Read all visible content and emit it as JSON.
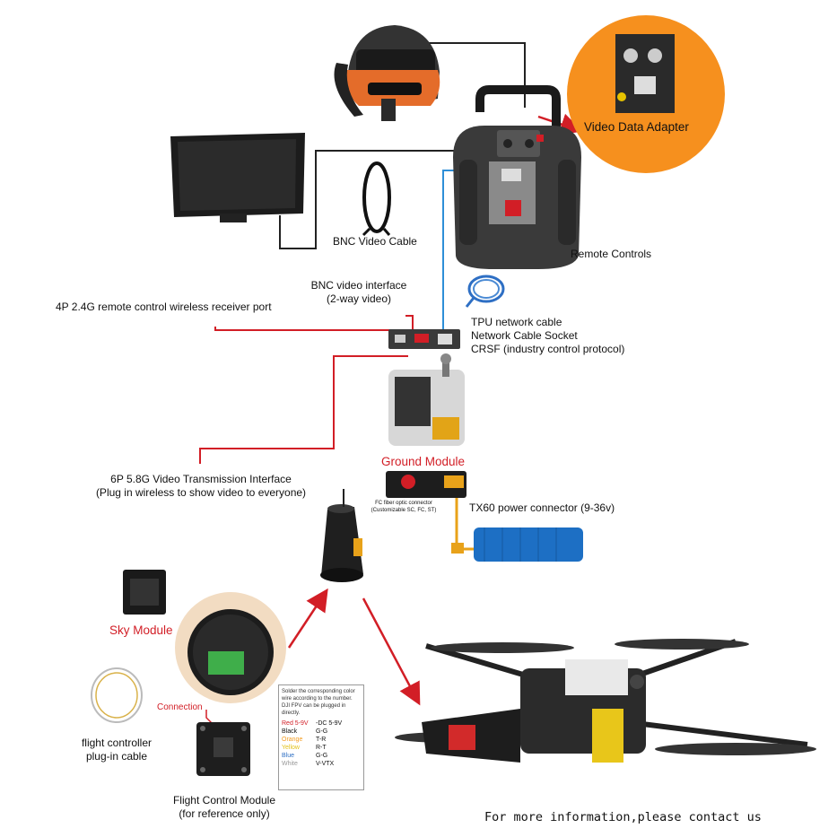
{
  "labels": {
    "video_data_adapter": "Video Data Adapter",
    "bnc_video_cable": "BNC Video Cable",
    "remote_controls": "Remote Controls",
    "bnc_interface_line1": "BNC video interface",
    "bnc_interface_line2": "(2-way video)",
    "rc_receiver_port": "4P 2.4G remote control wireless receiver port",
    "tpu_line1": "TPU network cable",
    "tpu_line2": "Network Cable Socket",
    "tpu_line3": "CRSF (industry control protocol)",
    "ground_module": "Ground Module",
    "vtx_line1": "6P 5.8G Video Transmission Interface",
    "vtx_line2": "(Plug in wireless to show video to everyone)",
    "fc_fiber_line1": "FC fiber optic connector",
    "fc_fiber_line2": "(Customizable SC, FC, ST)",
    "tx60": "TX60 power connector (9-36v)",
    "sky_module": "Sky Module",
    "connection": "Connection",
    "fc_cable_line1": "flight controller",
    "fc_cable_line2": "plug-in cable",
    "fcm_line1": "Flight Control Module",
    "fcm_line2": "(for reference only)",
    "contact": "For more information,please contact us"
  },
  "wire_table": {
    "note": "Solder the corresponding color wire according to the number. DJI FPV can be plugged in directly.",
    "rows": [
      {
        "left": "Red 5-9V",
        "right": "-DC 5-9V"
      },
      {
        "left": "Black",
        "right": "G-G"
      },
      {
        "left": "Orange",
        "right": "T-R"
      },
      {
        "left": "Yellow",
        "right": "R-T"
      },
      {
        "left": "Blue",
        "right": "G-G"
      },
      {
        "left": "White",
        "right": "V-VTX"
      }
    ]
  },
  "colors": {
    "accent_red": "#d21e26",
    "adapter_orange": "#f6901e",
    "fiber_blue": "#2e8fd8",
    "cable_yellow": "#e8a21a",
    "battery_blue": "#1d6fc4"
  }
}
